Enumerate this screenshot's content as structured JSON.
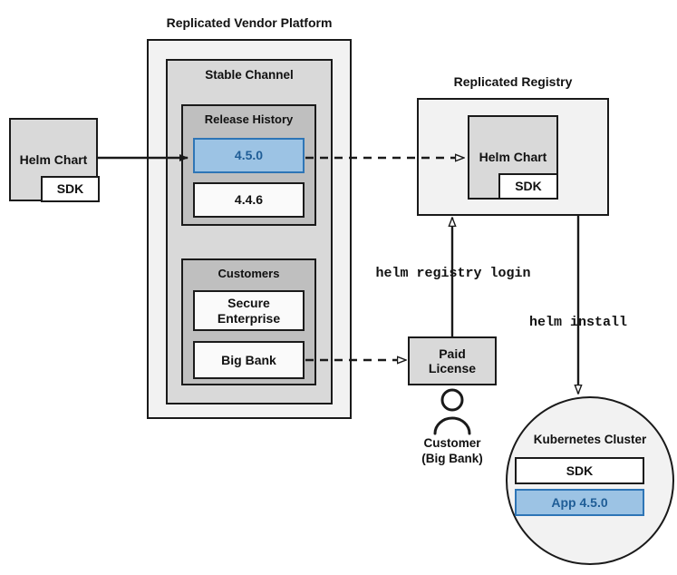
{
  "diagram": {
    "title": "Replicated vendor platform helm distribution flow",
    "background": "#ffffff"
  },
  "colors": {
    "stroke": "#1a1a1a",
    "fill_light": "#f2f2f2",
    "fill_mid": "#d9d9d9",
    "fill_dark": "#bfbfbf",
    "fill_white": "#fafafa",
    "accent_blue_fill": "#9cc3e4",
    "accent_blue_border": "#2e75b6",
    "accent_blue_text": "#1f5d96"
  },
  "source": {
    "helm_chart_label": "Helm Chart",
    "sdk_label": "SDK"
  },
  "vendor_platform": {
    "title": "Replicated Vendor Platform",
    "stable_channel": {
      "title": "Stable Channel",
      "release_history": {
        "title": "Release History",
        "releases": [
          {
            "version": "4.5.0",
            "highlighted": true
          },
          {
            "version": "4.4.6",
            "highlighted": false
          }
        ]
      },
      "customers": {
        "title": "Customers",
        "items": [
          {
            "name": "Secure\nEnterprise",
            "line1": "Secure",
            "line2": "Enterprise"
          },
          {
            "name": "Big Bank",
            "line1": "Big Bank",
            "line2": ""
          }
        ]
      }
    }
  },
  "registry": {
    "title": "Replicated Registry",
    "helm_chart_label": "Helm Chart",
    "sdk_label": "SDK"
  },
  "license": {
    "line1": "Paid",
    "line2": "License",
    "customer_line1": "Customer",
    "customer_line2": "(Big Bank)",
    "avatar_icon": "person-icon"
  },
  "commands": {
    "registry_login": "helm registry login",
    "install": "helm install"
  },
  "cluster": {
    "title": "Kubernetes Cluster",
    "components": [
      {
        "label": "SDK",
        "highlighted": false
      },
      {
        "label": "App 4.5.0",
        "highlighted": true
      }
    ]
  },
  "arrows": [
    {
      "name": "chart-to-release",
      "style": "solid",
      "head": "filled"
    },
    {
      "name": "release-to-registry",
      "style": "dashed",
      "head": "open"
    },
    {
      "name": "bigbank-to-license",
      "style": "dashed",
      "head": "open"
    },
    {
      "name": "license-to-registry",
      "style": "solid",
      "head": "open",
      "label": "helm registry login"
    },
    {
      "name": "registry-to-cluster",
      "style": "solid",
      "head": "open",
      "label": "helm install"
    }
  ]
}
